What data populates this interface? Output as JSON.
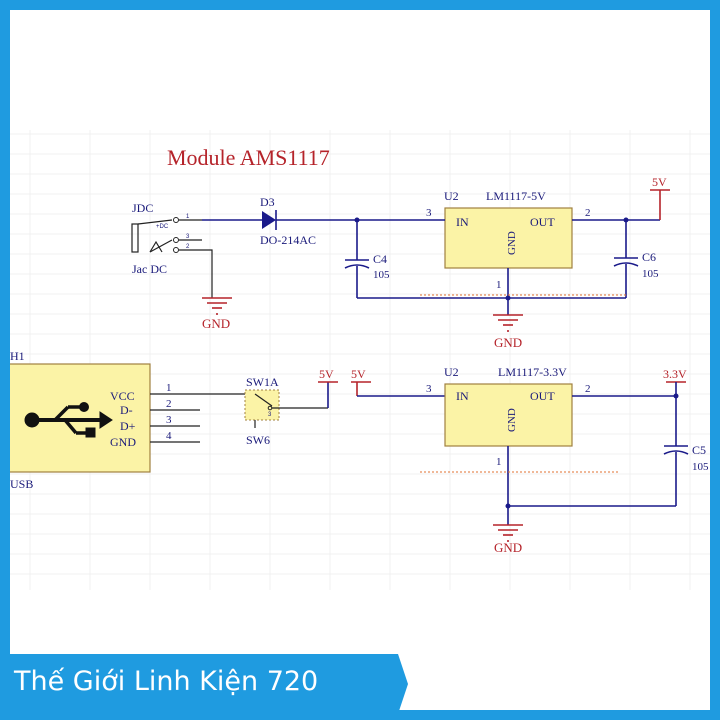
{
  "title": "Module AMS1117",
  "jack": {
    "ref": "JDC",
    "value": "Jac DC",
    "pin_label": "+DC",
    "pins": [
      "1",
      "3",
      "2"
    ]
  },
  "diode": {
    "ref": "D3",
    "value": "DO-214AC"
  },
  "reg1": {
    "ref": "U2",
    "value": "LM1117-5V",
    "in": "IN",
    "out": "OUT",
    "gnd": "GND",
    "pin_in": "3",
    "pin_out": "2",
    "pin_gnd": "1"
  },
  "reg2": {
    "ref": "U2",
    "value": "LM1117-3.3V",
    "in": "IN",
    "out": "OUT",
    "gnd": "GND",
    "pin_in": "3",
    "pin_out": "2",
    "pin_gnd": "1"
  },
  "c4": {
    "ref": "C4",
    "value": "105"
  },
  "c6": {
    "ref": "C6",
    "value": "105"
  },
  "c5": {
    "ref": "C5",
    "value": "105"
  },
  "usb": {
    "ref": "H1",
    "value": "USB",
    "pins": [
      "VCC",
      "D-",
      "D+",
      "GND"
    ],
    "pin_numbers": [
      "1",
      "2",
      "3",
      "4"
    ]
  },
  "switch": {
    "ref": "SW1A",
    "value": "SW6",
    "pin": "3"
  },
  "nets": {
    "v5": "5V",
    "v33": "3.3V",
    "gnd": "GND"
  },
  "banner": {
    "text": "Thế Giới Linh Kiện 720",
    "color": "#1f9be0"
  }
}
